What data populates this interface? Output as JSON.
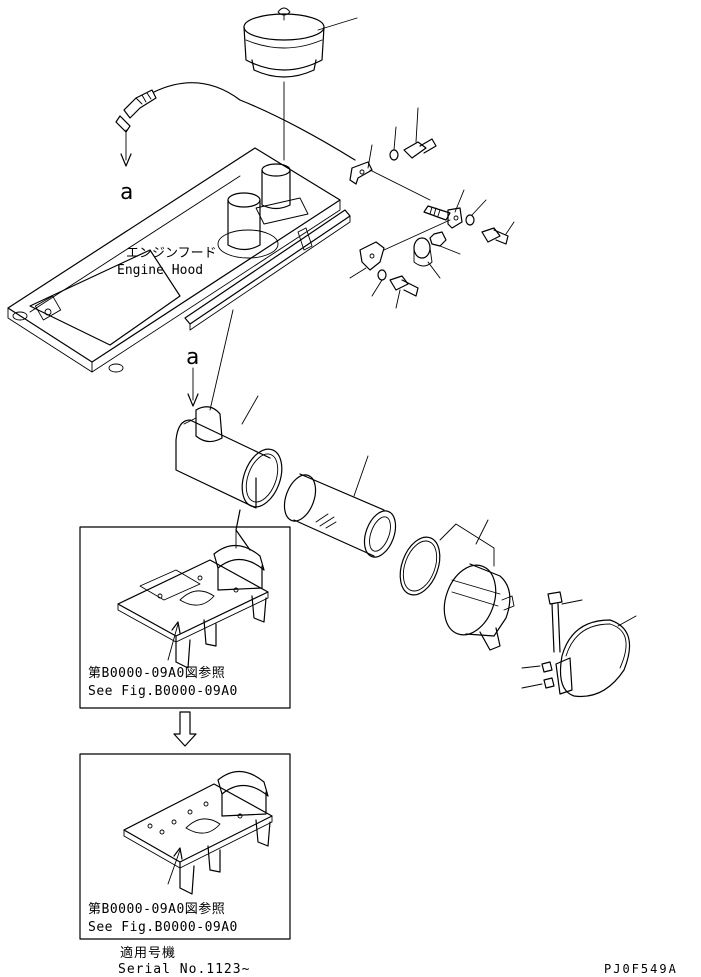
{
  "labels": {
    "view_marker_top": "a",
    "view_marker_bottom": "a",
    "engine_hood_jp": "エンジンフード",
    "engine_hood_en": "Engine Hood"
  },
  "inset_1": {
    "ref_jp": "第B0000-09A0図参照",
    "ref_en": "See Fig.B0000-09A0"
  },
  "inset_2": {
    "ref_jp": "第B0000-09A0図参照",
    "ref_en": "See Fig.B0000-09A0"
  },
  "serial": {
    "applicable_jp": "適用号機",
    "serial_en": "Serial No.1123~"
  },
  "drawing_code": "PJ0F549A"
}
